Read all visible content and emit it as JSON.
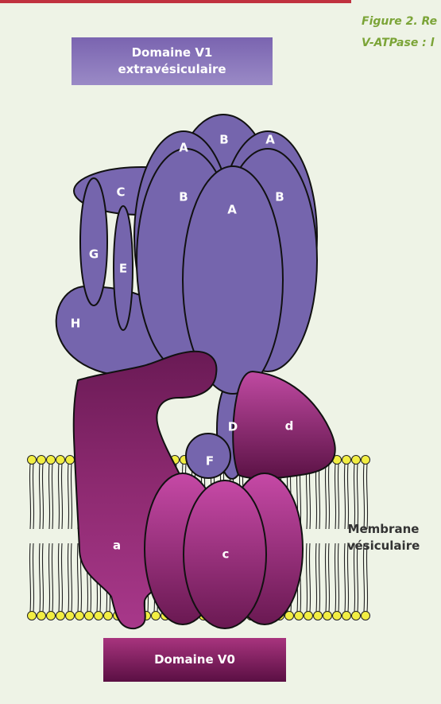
{
  "caption": {
    "line1": "Figure 2.  Re",
    "line2": "V-ATPase : l"
  },
  "boxes": {
    "v1": {
      "line1": "Domaine V1",
      "line2": "extravésiculaire"
    },
    "v0": "Domaine V0"
  },
  "membrane_label": {
    "line1": "Membrane",
    "line2": "vésiculaire"
  },
  "subunits": {
    "A_left": "A",
    "A_top_right": "A",
    "A_center": "A",
    "B_top": "B",
    "B_left": "B",
    "B_right": "B",
    "C": "C",
    "G": "G",
    "E": "E",
    "H": "H",
    "D": "D",
    "d": "d",
    "F": "F",
    "a": "a",
    "c": "c"
  },
  "colors": {
    "background": "#eef3e6",
    "v1_violet": "#7565ad",
    "v0_magenta": "#b23c8c",
    "dark_magenta": "#6a1650",
    "lipid_head": "#f2ee43",
    "caption_green": "#7ba437",
    "top_rule": "#c0313f"
  }
}
